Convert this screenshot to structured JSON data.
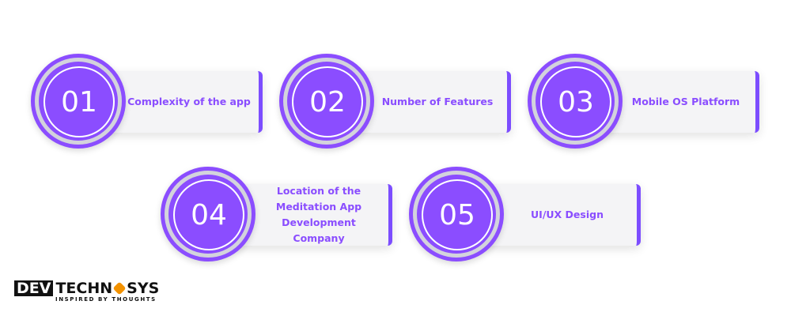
{
  "items": [
    {
      "number": "01",
      "label": "Complexity of the app"
    },
    {
      "number": "02",
      "label": "Number of Features"
    },
    {
      "number": "03",
      "label": "Mobile OS Platform"
    },
    {
      "number": "04",
      "label": "Location of the Meditation App Development Company"
    },
    {
      "number": "05",
      "label": "UI/UX Design"
    }
  ],
  "colors": {
    "accent": "#8b4dff",
    "ring": "#d3d3dc",
    "card": "#f4f4f6"
  },
  "logo": {
    "left": "DEV",
    "middle": "TECHN",
    "right": "SYS",
    "tagline": "INSPIRED BY THOUGHTS"
  }
}
